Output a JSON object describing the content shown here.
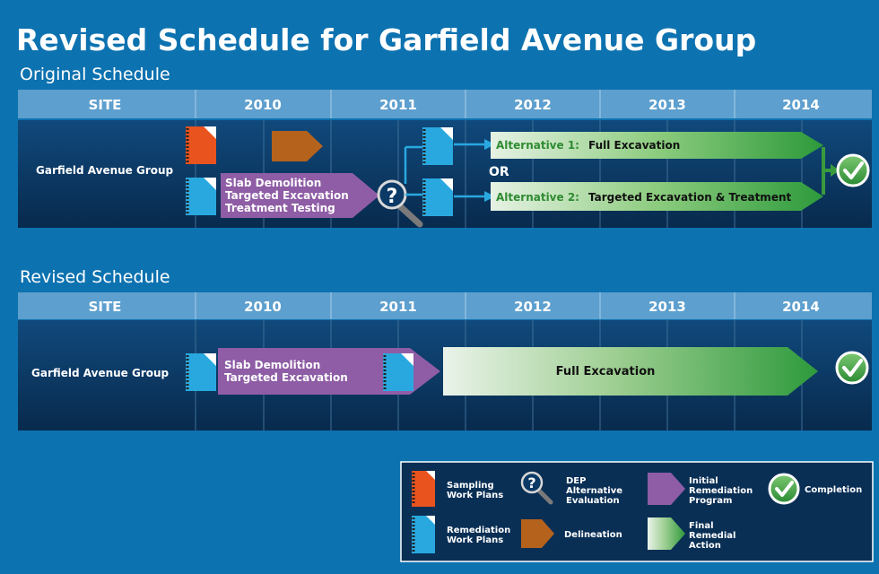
{
  "title": "Revised Schedule for Garfield Avenue Group",
  "original": {
    "heading": "Original Schedule",
    "headers": [
      "SITE",
      "2010",
      "2011",
      "2012",
      "2013",
      "2014"
    ],
    "site": "Garfield Avenue Group",
    "initial_program": [
      "Slab Demolition",
      "Targeted Excavation",
      "Treatment Testing"
    ],
    "alt1_label": "Alternative 1:",
    "alt1_text": "Full Excavation",
    "or_text": "OR",
    "alt2_label": "Alternative 2:",
    "alt2_text": "Targeted Excavation & Treatment"
  },
  "revised": {
    "heading": "Revised Schedule",
    "headers": [
      "SITE",
      "2010",
      "2011",
      "2012",
      "2013",
      "2014"
    ],
    "site": "Garfield Avenue Group",
    "initial_program": [
      "Slab Demolition",
      "Targeted Excavation"
    ],
    "final_text": "Full Excavation"
  },
  "legend": {
    "sampling": [
      "Sampling",
      "Work Plans"
    ],
    "dep": [
      "DEP",
      "Alternative",
      "Evaluation"
    ],
    "initial": [
      "Initial",
      "Remediation",
      "Program"
    ],
    "completion": "Completion",
    "remediation": [
      "Remediation",
      "Work Plans"
    ],
    "delineation": "Delineation",
    "final": [
      "Final",
      "Remedial",
      "Action"
    ]
  },
  "colors": {
    "background": "#0d72b0",
    "header_band": "#5d9fce",
    "row_band": "#0b3a66",
    "sampling": "#e8531e",
    "remediation": "#29a8e0",
    "delineation": "#b5621d",
    "initial": "#8e5da5",
    "final": "#3b9a3f",
    "completion": "#3a9b3d"
  }
}
